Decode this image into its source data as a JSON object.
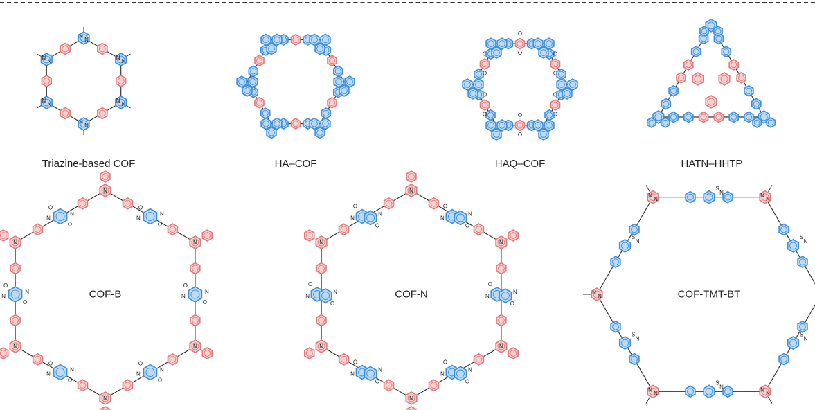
{
  "structures": {
    "top": [
      {
        "name": "Triazine-based COF"
      },
      {
        "name": "HA–COF"
      },
      {
        "name": "HAQ–COF"
      },
      {
        "name": "HATN–HHTP"
      }
    ],
    "bottom": [
      {
        "name": "COF-B"
      },
      {
        "name": "COF-N"
      },
      {
        "name": "COF-TMT-BT"
      }
    ]
  },
  "atoms": {
    "nitrogen": "N",
    "oxygen": "O",
    "sulfur": "S"
  },
  "colors": {
    "blue_ring": "#3f8fd8",
    "blue_fill": "#bcd9f5",
    "red_ring": "#e07b7b",
    "red_fill": "#f7cfcf",
    "bond": "#333333"
  }
}
